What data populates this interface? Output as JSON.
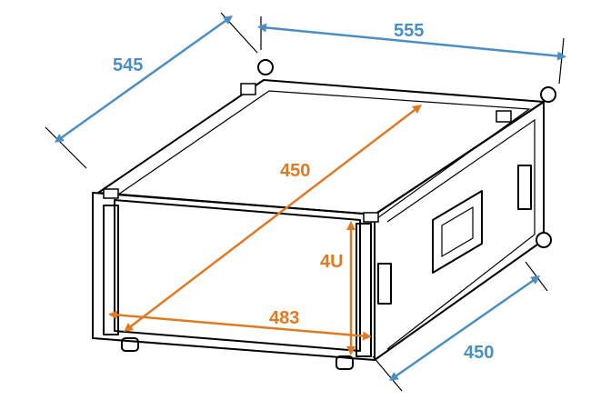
{
  "colors": {
    "dimension_blue": "#4a8fc4",
    "dimension_orange": "#e07a22",
    "outline": "#000000"
  },
  "dimensions": {
    "depth_top": "545",
    "width_top": "555",
    "diagonal": "450",
    "height_units": "4U",
    "inner_width": "483",
    "side_depth": "450"
  }
}
